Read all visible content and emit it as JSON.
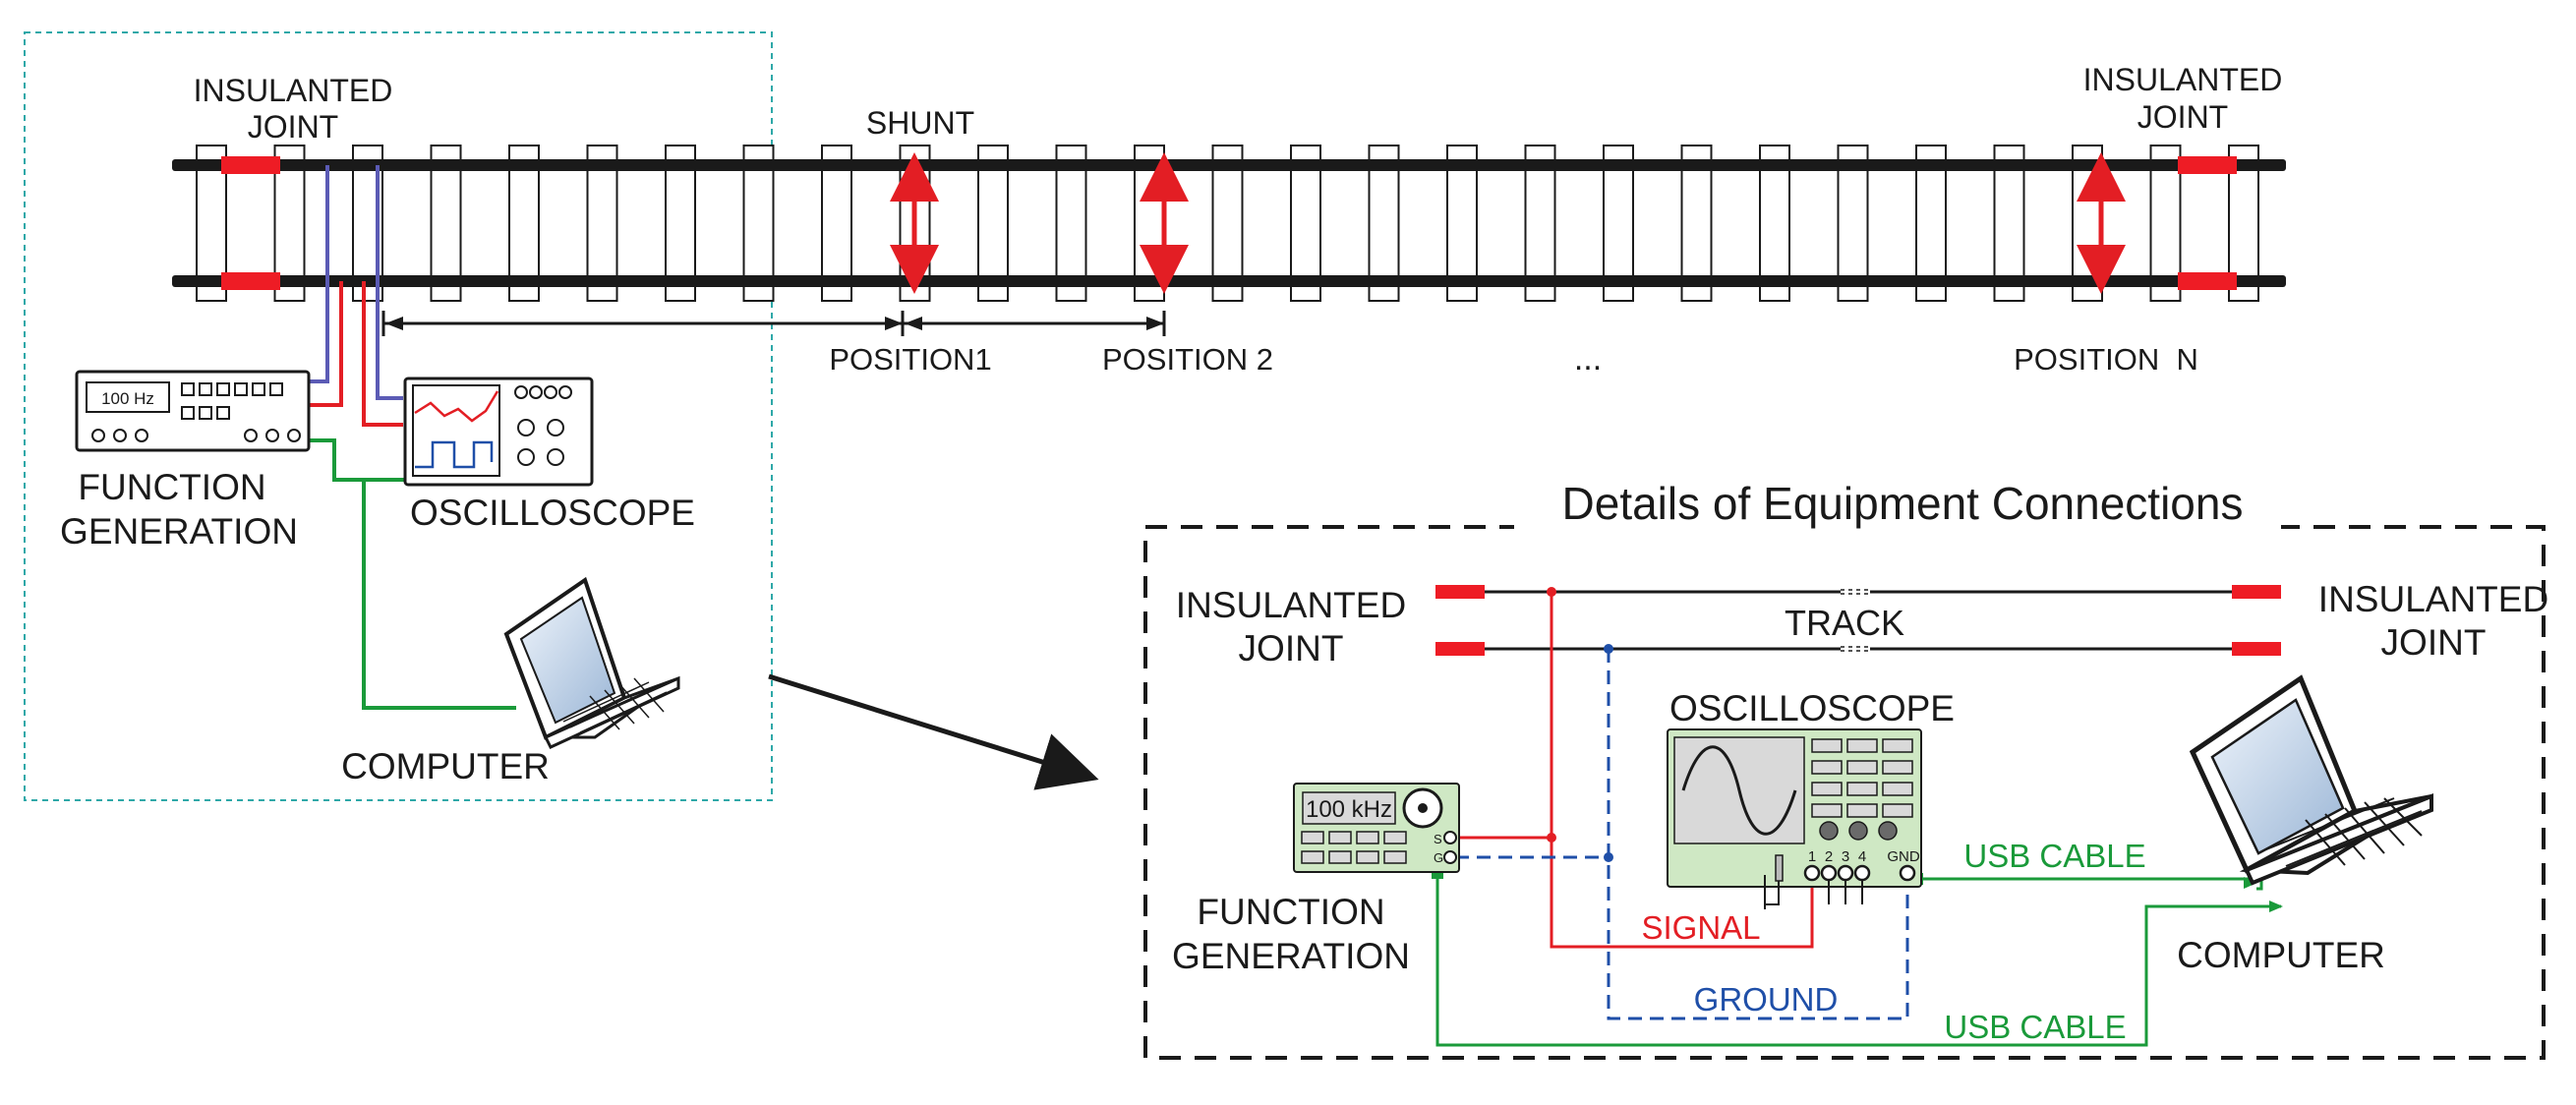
{
  "labels": {
    "ins_joint_1_l1": "INSULANTED",
    "ins_joint_1_l2": "JOINT",
    "ins_joint_2_l1": "INSULANTED",
    "ins_joint_2_l2": "JOINT",
    "shunt": "SHUNT",
    "position1": "POSITION1",
    "position2": "POSITION 2",
    "ellipsis": "...",
    "positionN": "POSITION  N",
    "fg_display": "100 Hz",
    "fg_label_l1": "FUNCTION",
    "fg_label_l2": "GENERATION",
    "osc_label": "OSCILLOSCOPE",
    "computer_label": "COMPUTER"
  },
  "details": {
    "title": "Details of Equipment Connections",
    "ins_left_l1": "INSULANTED",
    "ins_left_l2": "JOINT",
    "ins_right_l1": "INSULANTED",
    "ins_right_l2": "JOINT",
    "track": "TRACK",
    "osc_label": "OSCILLOSCOPE",
    "fg_display": "100 kHz",
    "fg_s": "S",
    "fg_g": "G",
    "ch1": "1",
    "ch2": "2",
    "ch3": "3",
    "ch4": "4",
    "gnd": "GND",
    "usb_top": "USB CABLE",
    "usb_bottom": "USB CABLE",
    "signal": "SIGNAL",
    "ground": "GROUND",
    "fg_label_l1": "FUNCTION",
    "fg_label_l2": "GENERATION",
    "computer_label": "COMPUTER"
  },
  "colors": {
    "rail": "#1a1a1a",
    "joint": "#ee1c25",
    "signal": "#e31e24",
    "ground": "#1f4fa8",
    "usb": "#1a9a3a",
    "probe": "#5b5bb5",
    "dashbox": "#2ea8a8",
    "equipment_green": "#cfe8c4"
  }
}
